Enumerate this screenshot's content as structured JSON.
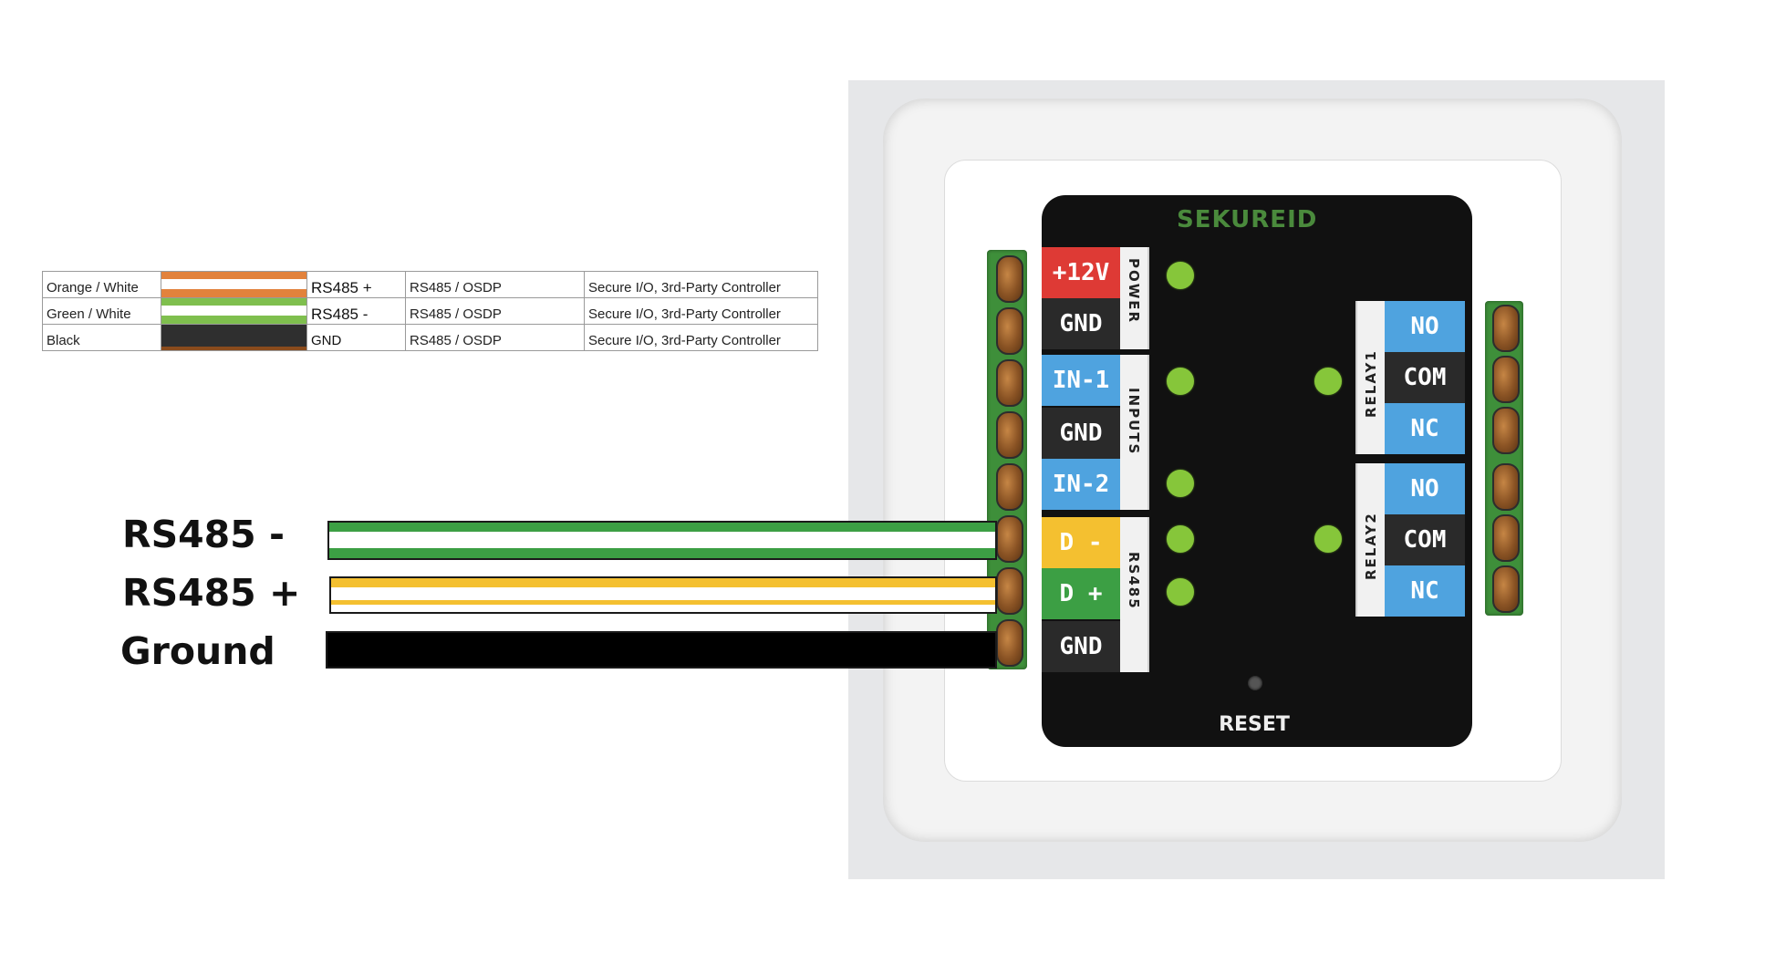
{
  "table": {
    "rows": [
      {
        "color": "Orange / White",
        "swatch": "orange-white",
        "signal": "RS485 +",
        "protocol": "RS485 / OSDP",
        "usage": "Secure I/O, 3rd-Party Controller"
      },
      {
        "color": "Green / White",
        "swatch": "green-white",
        "signal": "RS485 -",
        "protocol": "RS485 / OSDP",
        "usage": "Secure I/O, 3rd-Party Controller"
      },
      {
        "color": "Black",
        "swatch": "black",
        "signal": "GND",
        "protocol": "RS485 / OSDP",
        "usage": "Secure I/O, 3rd-Party Controller"
      }
    ]
  },
  "wires": [
    {
      "label": "RS485 -",
      "stripe": "#3c9f44"
    },
    {
      "label": "RS485 +",
      "stripe": "#f4c030"
    },
    {
      "label": "Ground",
      "stripe": "#000000"
    }
  ],
  "device": {
    "logo": "SEKUREID",
    "reset": "RESET",
    "left_pins": [
      "+12V",
      "GND",
      "IN-1",
      "GND",
      "IN-2",
      "D -",
      "D +",
      "GND"
    ],
    "left_groups": [
      "POWER",
      "INPUTS",
      "RS485"
    ],
    "right_pins": [
      "NO",
      "COM",
      "NC",
      "NO",
      "COM",
      "NC"
    ],
    "right_groups": [
      "RELAY1",
      "RELAY2"
    ]
  },
  "colors": {
    "pin_red": "#de3a35",
    "pin_blue": "#4fa3df",
    "pin_yellow": "#f4c030",
    "pin_green": "#3c9f44",
    "led_green": "#86c63a",
    "terminal_green": "#3e8f3a"
  }
}
